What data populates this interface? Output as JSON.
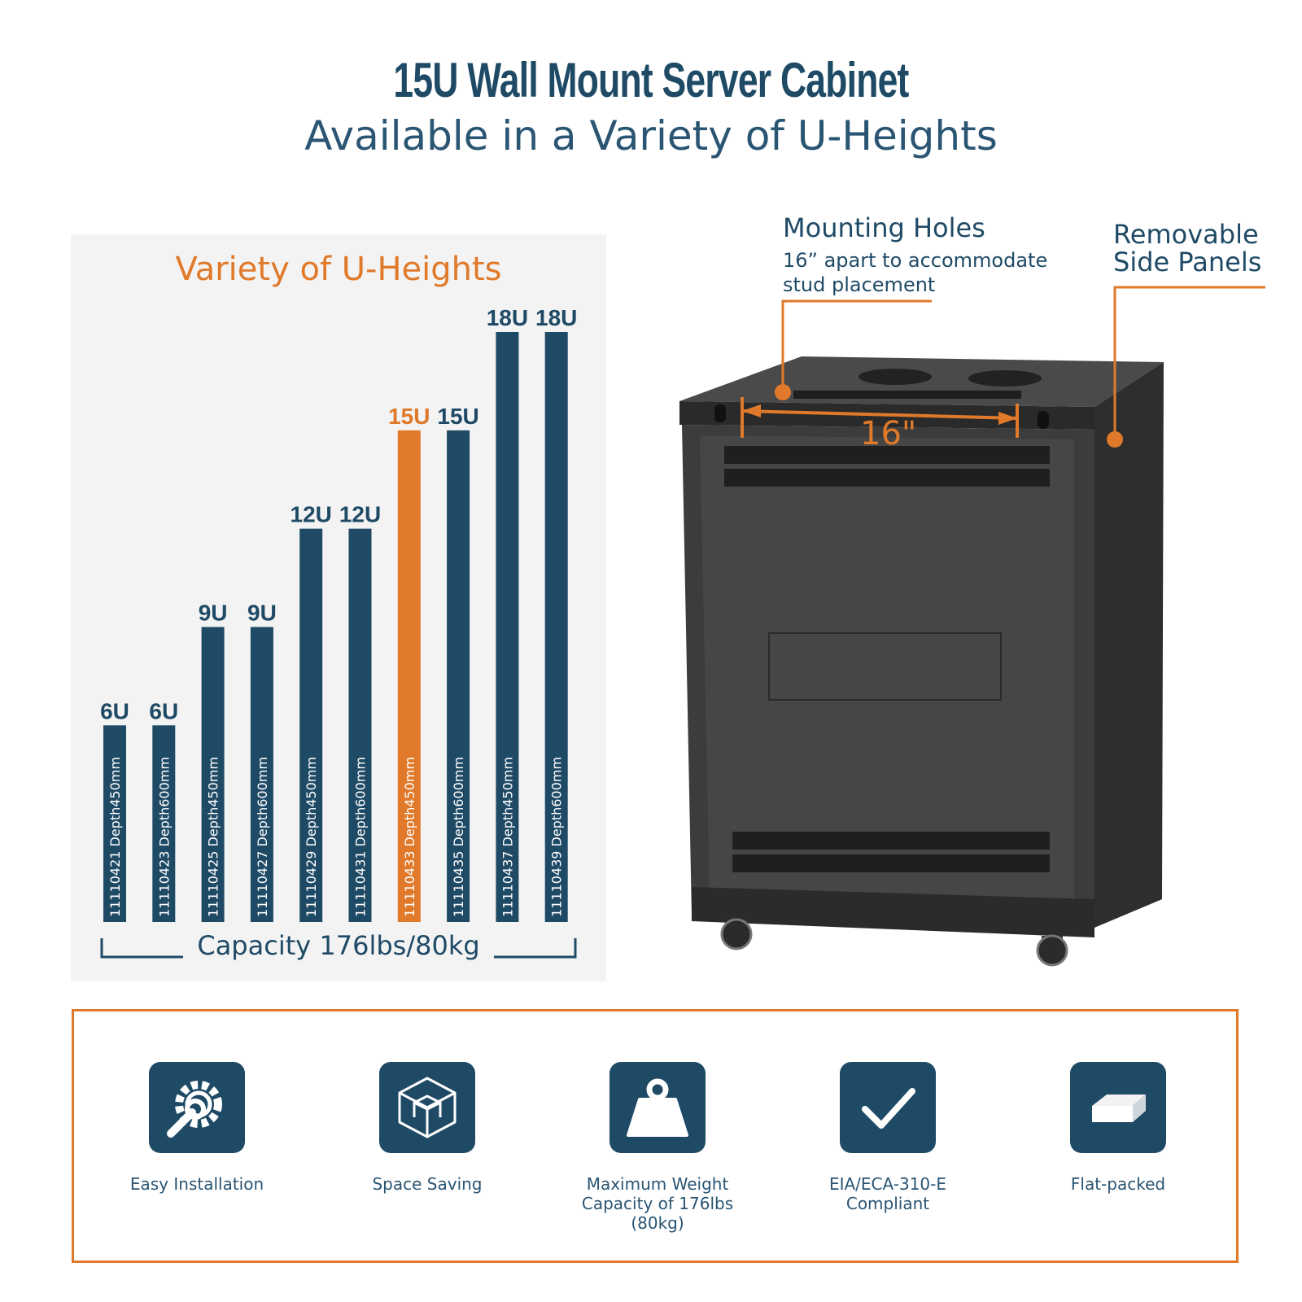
{
  "header": {
    "title": "15U Wall Mount Server Cabinet",
    "subtitle": "Available in a Variety of U-Heights"
  },
  "chart_data": {
    "type": "bar",
    "title": "Variety of U-Heights",
    "categories": [
      "11110421 Depth450mm",
      "11110423 Depth600mm",
      "11110425 Depth450mm",
      "11110427 Depth600mm",
      "11110429 Depth450mm",
      "11110431 Depth600mm",
      "11110433 Depth450mm",
      "11110435 Depth600mm",
      "11110437 Depth450mm",
      "11110439 Depth600mm"
    ],
    "values": [
      6,
      6,
      9,
      9,
      12,
      12,
      15,
      15,
      18,
      18
    ],
    "data_labels": [
      "6U",
      "6U",
      "9U",
      "9U",
      "12U",
      "12U",
      "15U",
      "15U",
      "18U",
      "18U"
    ],
    "highlight_index": 6,
    "colors": {
      "bar": "#1f4a66",
      "highlight": "#e07a2a"
    },
    "footer": "Capacity 176lbs/80kg"
  },
  "callouts": {
    "mounting_title": "Mounting Holes",
    "mounting_sub_1": "16” apart to accommodate",
    "mounting_sub_2": "stud placement",
    "panels_title_1": "Removable",
    "panels_title_2": "Side Panels",
    "dimension": "16\""
  },
  "features": [
    {
      "label": "Easy Installation",
      "icon": "wrench-gear-icon"
    },
    {
      "label": "Space Saving",
      "icon": "cube-icon"
    },
    {
      "label": "Maximum Weight Capacity of 176lbs (80kg)",
      "icon": "weight-icon"
    },
    {
      "label": "EIA/ECA-310-E Compliant",
      "icon": "checkmark-icon"
    },
    {
      "label": "Flat-packed",
      "icon": "flat-box-icon"
    }
  ],
  "colors": {
    "navy": "#1f4a66",
    "orange": "#e07a2a",
    "cabinet": "#3a3a3a"
  }
}
